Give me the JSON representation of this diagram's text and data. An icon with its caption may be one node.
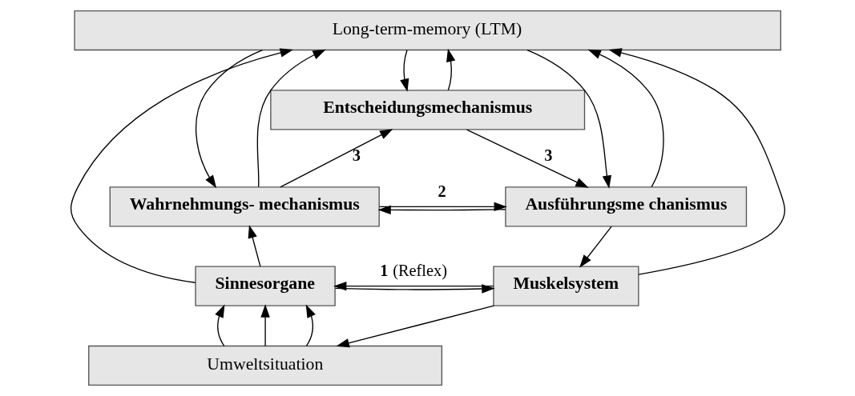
{
  "diagram": {
    "nodes": [
      {
        "text": [
          "Long-term-memory (LTM)"
        ]
      },
      {
        "text": [
          "Entscheidungsmechanismus"
        ]
      },
      {
        "text": [
          "Wahrnehmungs- mechanismus"
        ]
      },
      {
        "text": [
          "Ausführungsme chanismus"
        ]
      },
      {
        "text": [
          "Sinnesorgane"
        ]
      },
      {
        "text": [
          "Muskelsystem"
        ]
      },
      {
        "text": [
          "Umweltsituation"
        ]
      }
    ],
    "edges": [
      {
        "from": 0,
        "to": 1,
        "arrow": "to"
      },
      {
        "from": 1,
        "to": 0,
        "arrow": "to"
      },
      {
        "from": 2,
        "to": 1,
        "arrow": "to",
        "label": "**3**"
      },
      {
        "from": 1,
        "to": 3,
        "arrow": "to",
        "label": "**3**"
      },
      {
        "from": 0,
        "to": 2,
        "arrow": "to"
      },
      {
        "from": 2,
        "to": 0,
        "arrow": "to"
      },
      {
        "from": 2,
        "to": 3,
        "arrow": "to",
        "label": "**2**"
      },
      {
        "from": 3,
        "to": 2,
        "arrow": "to"
      },
      {
        "from": 0,
        "to": 3,
        "arrow": "to"
      },
      {
        "from": 3,
        "to": 0,
        "arrow": "to"
      },
      {
        "from": 4,
        "to": 2,
        "arrow": "to"
      },
      {
        "from": 3,
        "to": 5,
        "arrow": "to"
      },
      {
        "from": 4,
        "to": 0,
        "arrow": "to"
      },
      {
        "from": 5,
        "to": 4,
        "arrow": "to",
        "label": "**1** (Reflex)"
      },
      {
        "from": 4,
        "to": 5,
        "arrow": "to"
      },
      {
        "from": 5,
        "to": 0,
        "arrow": "to"
      },
      {
        "from": 6,
        "to": 4,
        "arrow": "to"
      },
      {
        "from": 6,
        "to": 4,
        "arrow": "to"
      },
      {
        "from": 6,
        "to": 4,
        "arrow": "to"
      },
      {
        "from": 5,
        "to": 6,
        "arrow": "to"
      }
    ]
  }
}
